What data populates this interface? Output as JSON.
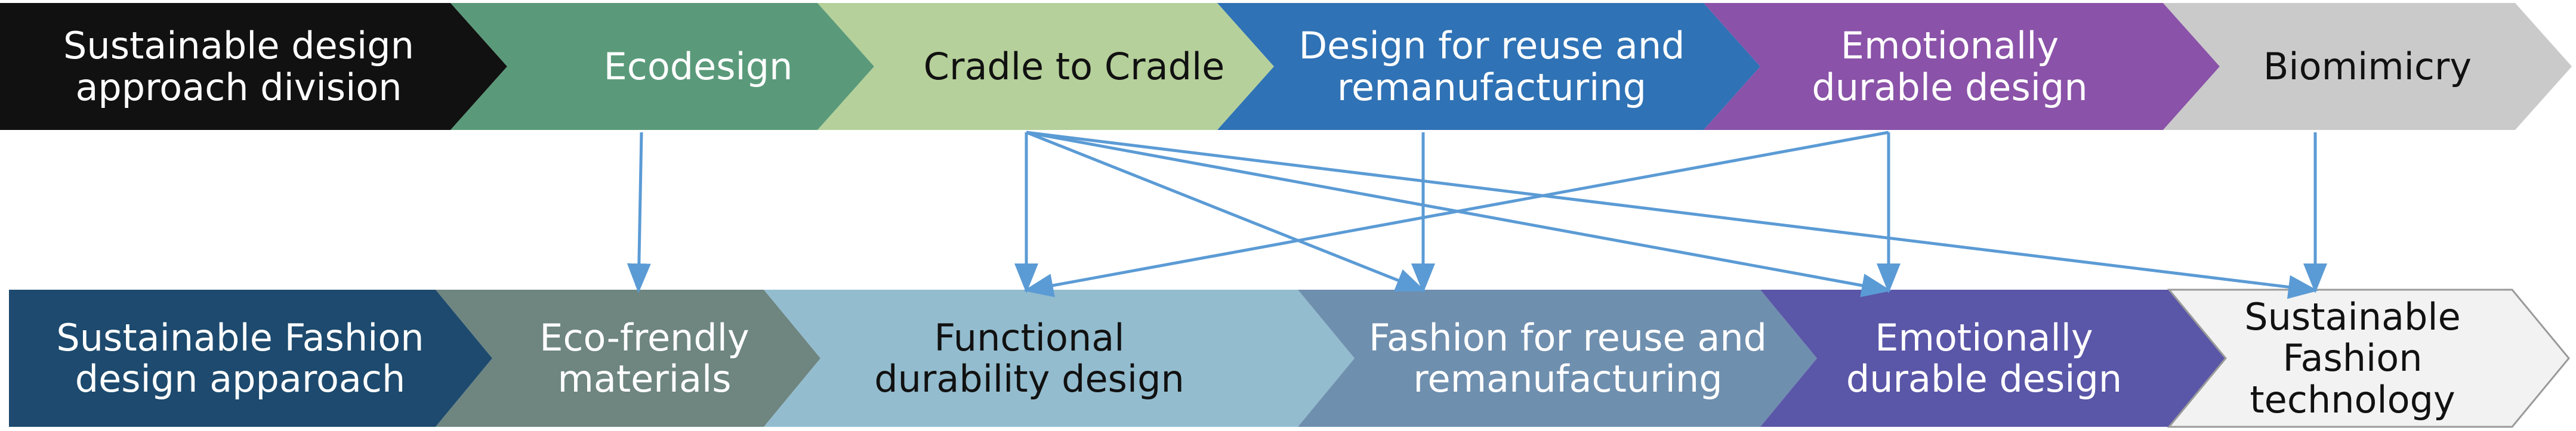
{
  "diagram": {
    "top_row": [
      {
        "id": "t0",
        "label": "Sustainable design\napproach  division",
        "fill": "#111111",
        "text_color": "#ffffff"
      },
      {
        "id": "t1",
        "label": "Ecodesign",
        "fill": "#5a9a7a",
        "text_color": "#ffffff"
      },
      {
        "id": "t2",
        "label": "Cradle to Cradle",
        "fill": "#b5d09a",
        "text_color": "#111111"
      },
      {
        "id": "t3",
        "label": "Design for reuse and\nremanufacturing",
        "fill": "#2f72b5",
        "text_color": "#ffffff"
      },
      {
        "id": "t4",
        "label": "Emotionally\ndurable  design",
        "fill": "#8a52a8",
        "text_color": "#ffffff"
      },
      {
        "id": "t5",
        "label": "Biomimicry",
        "fill": "#cacaca",
        "text_color": "#111111"
      }
    ],
    "bottom_row": [
      {
        "id": "b0",
        "label": "Sustainable Fashion\ndesign  apparoach",
        "fill": "#1d4a6e",
        "text_color": "#ffffff"
      },
      {
        "id": "b1",
        "label": "Eco-frendly\nmaterials",
        "fill": "#6e8580",
        "text_color": "#ffffff"
      },
      {
        "id": "b2",
        "label": "Functional\ndurability design",
        "fill": "#93bcce",
        "text_color": "#111111"
      },
      {
        "id": "b3",
        "label": "Fashion  for reuse and\nremanufacturing",
        "fill": "#6f8fae",
        "text_color": "#ffffff"
      },
      {
        "id": "b4",
        "label": "Emotionally\ndurable  design",
        "fill": "#5a56a8",
        "text_color": "#ffffff"
      },
      {
        "id": "b5",
        "label": "Sustainable\nFashion\ntechnology",
        "fill": "#f2f2f2",
        "text_color": "#111111"
      }
    ],
    "arrows": [
      {
        "from": "t1",
        "to": "b1"
      },
      {
        "from": "t2",
        "to": "b2"
      },
      {
        "from": "t2",
        "to": "b3"
      },
      {
        "from": "t2",
        "to": "b4"
      },
      {
        "from": "t2",
        "to": "b5"
      },
      {
        "from": "t3",
        "to": "b3"
      },
      {
        "from": "t4",
        "to": "b2"
      },
      {
        "from": "t4",
        "to": "b4"
      },
      {
        "from": "t5",
        "to": "b5"
      }
    ],
    "arrow_color": "#5b9bd5"
  }
}
